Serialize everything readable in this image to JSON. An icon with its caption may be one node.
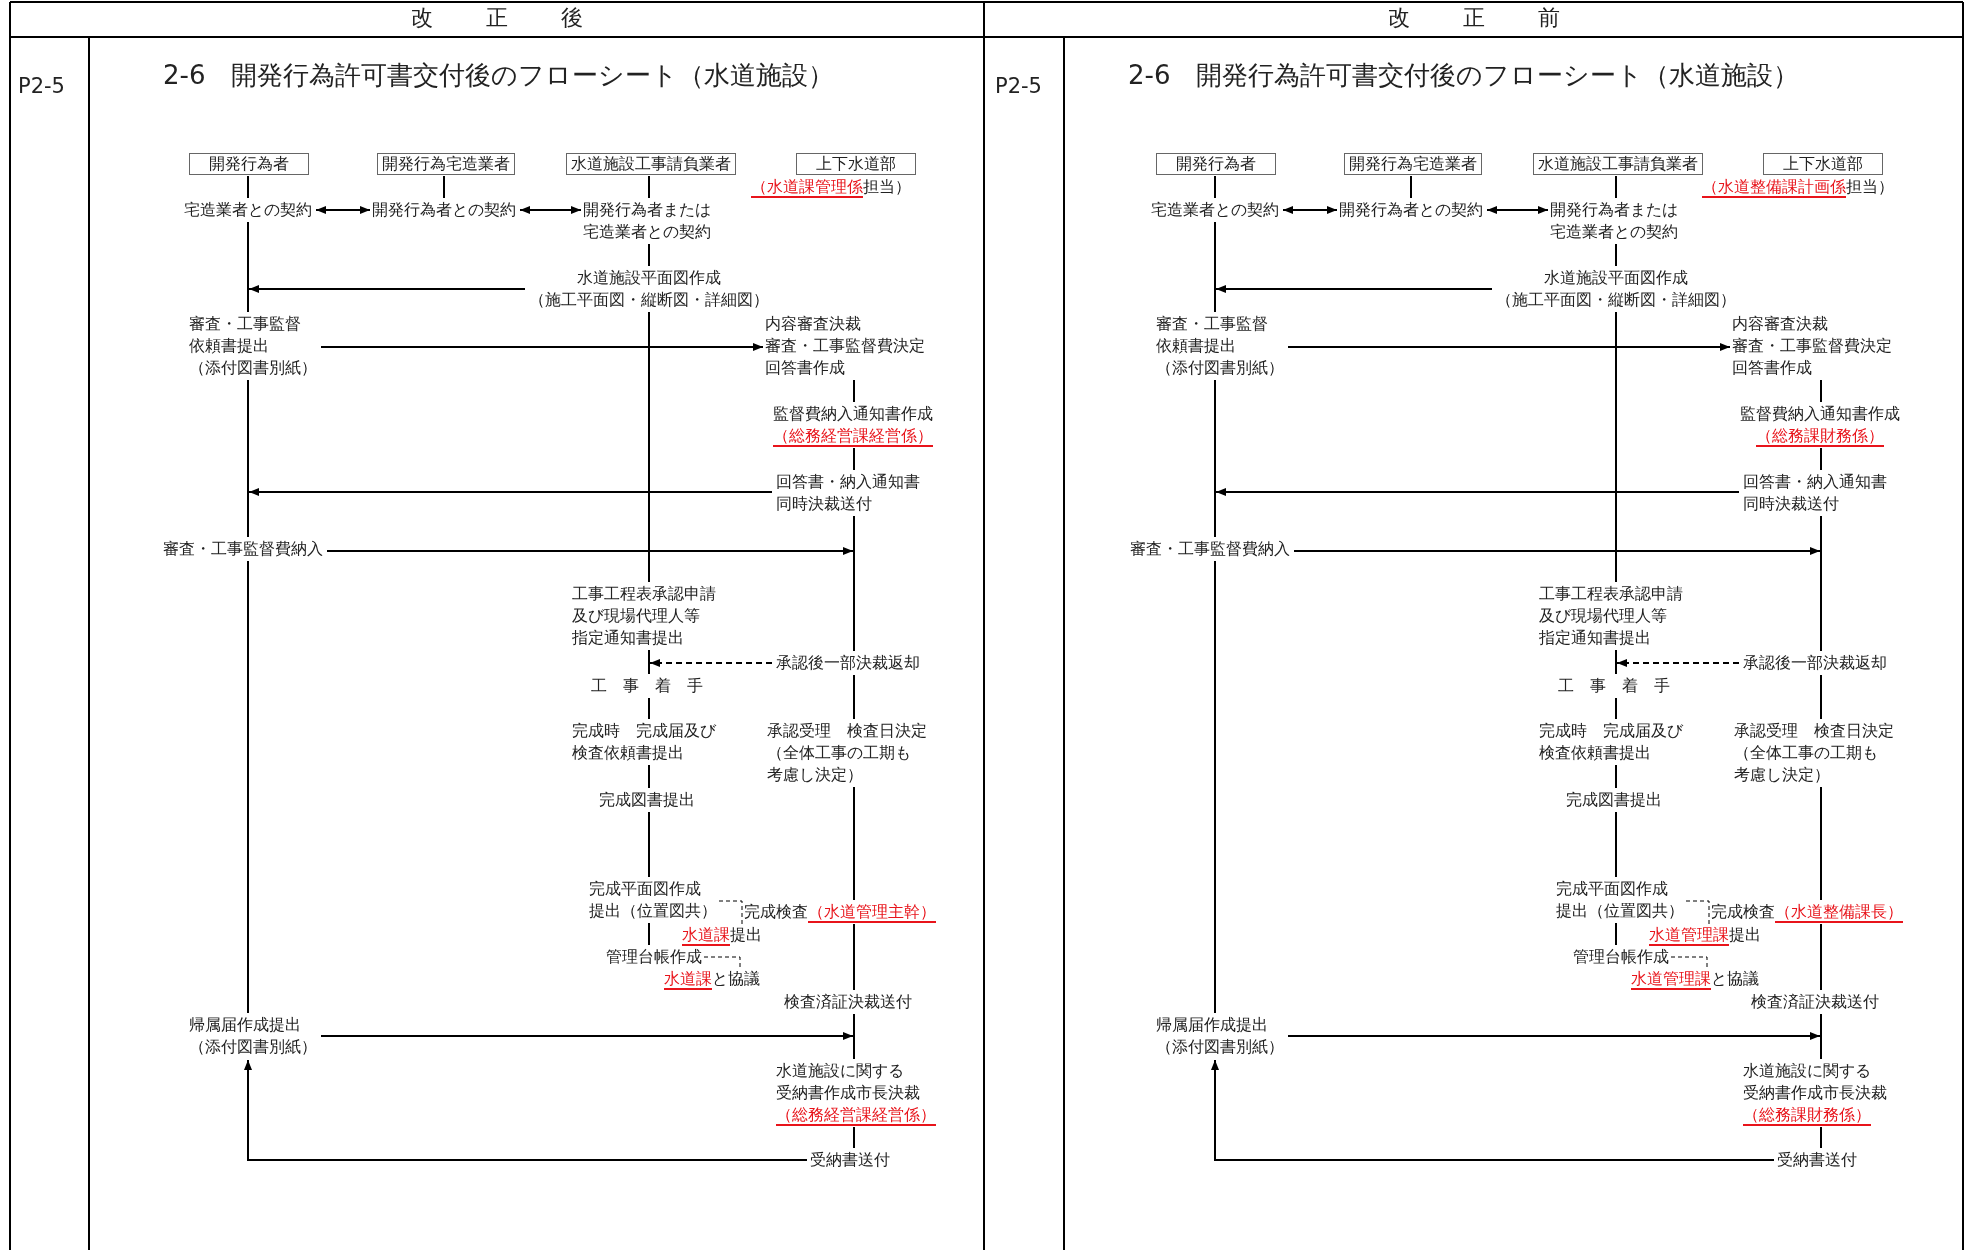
{
  "diagram": {
    "nodes": [
      {
        "text": [
          "開発行為者"
        ]
      },
      {
        "text": [
          "開発行為宅造業者"
        ]
      },
      {
        "text": [
          "水道施設工事請負業者"
        ]
      },
      {
        "text": [
          "上下水道部"
        ]
      },
      {
        "text": [
          "（水道課管理係",
          "担当）"
        ]
      },
      {
        "text": [
          "宅造業者との契約"
        ]
      },
      {
        "text": [
          "開発行為者との契約"
        ]
      },
      {
        "text": [
          "開発行為者または宅造業者との契約"
        ]
      },
      {
        "text": [
          "水道施設平面図作成（施工平面図・縦断図・詳細図）"
        ]
      },
      {
        "text": [
          "審査・工事監督依頼書提出（添付図書別紙）"
        ]
      },
      {
        "text": [
          "内容審査決裁審査・工事監督費決定回答書作成"
        ]
      },
      {
        "text": [
          "監督費納入通知書作成",
          "（総務経営課経営係）"
        ]
      },
      {
        "text": [
          "回答書・納入通知書同時決裁送付"
        ]
      },
      {
        "text": [
          "審査・工事監督費納入"
        ]
      },
      {
        "text": [
          "工事工程表承認申請及び現場代理人等指定通知書提出"
        ]
      },
      {
        "text": [
          "承認後一部決裁返却"
        ]
      },
      {
        "text": [
          "工　事　着　手"
        ]
      },
      {
        "text": [
          "完成時　完成届及び検査依頼書提出"
        ]
      },
      {
        "text": [
          "承認受理　検査日決定（全体工事の工期も考慮し決定）"
        ]
      },
      {
        "text": [
          "完成図書提出"
        ]
      },
      {
        "text": [
          "完成平面図作成提出（位置図共）"
        ]
      },
      {
        "text": [
          "完成検査",
          "（水道管理主幹）"
        ]
      },
      {
        "text": [
          "水道課",
          "提出"
        ]
      },
      {
        "text": [
          "管理台帳作成"
        ]
      },
      {
        "text": [
          "水道課",
          "と協議"
        ]
      },
      {
        "text": [
          "検査済証決裁送付"
        ]
      },
      {
        "text": [
          "帰属届作成提出（添付図書別紙）"
        ]
      },
      {
        "text": [
          "水道施設に関する受納書作成市長決裁",
          "（総務経営課経営係）"
        ]
      },
      {
        "text": [
          "受納書送付"
        ]
      },
      {
        "text": [
          "開発行為者"
        ]
      },
      {
        "text": [
          "開発行為宅造業者"
        ]
      },
      {
        "text": [
          "水道施設工事請負業者"
        ]
      },
      {
        "text": [
          "上下水道部"
        ]
      },
      {
        "text": [
          "（水道整備課計画係",
          "担当）"
        ]
      },
      {
        "text": [
          "宅造業者との契約"
        ]
      },
      {
        "text": [
          "開発行為者との契約"
        ]
      },
      {
        "text": [
          "開発行為者または宅造業者との契約"
        ]
      },
      {
        "text": [
          "水道施設平面図作成（施工平面図・縦断図・詳細図）"
        ]
      },
      {
        "text": [
          "審査・工事監督依頼書提出（添付図書別紙）"
        ]
      },
      {
        "text": [
          "内容審査決裁審査・工事監督費決定回答書作成"
        ]
      },
      {
        "text": [
          "監督費納入通知書作成",
          "（総務課財務係）"
        ]
      },
      {
        "text": [
          "回答書・納入通知書同時決裁送付"
        ]
      },
      {
        "text": [
          "審査・工事監督費納入"
        ]
      },
      {
        "text": [
          "工事工程表承認申請及び現場代理人等指定通知書提出"
        ]
      },
      {
        "text": [
          "承認後一部決裁返却"
        ]
      },
      {
        "text": [
          "工　事　着　手"
        ]
      },
      {
        "text": [
          "完成時　完成届及び検査依頼書提出"
        ]
      },
      {
        "text": [
          "承認受理　検査日決定（全体工事の工期も考慮し決定）"
        ]
      },
      {
        "text": [
          "完成図書提出"
        ]
      },
      {
        "text": [
          "完成平面図作成提出（位置図共）"
        ]
      },
      {
        "text": [
          "完成検査",
          "（水道整備課長）"
        ]
      },
      {
        "text": [
          "水道管理課",
          "提出"
        ]
      },
      {
        "text": [
          "管理台帳作成"
        ]
      },
      {
        "text": [
          "水道管理課",
          "と協議"
        ]
      },
      {
        "text": [
          "検査済証決裁送付"
        ]
      },
      {
        "text": [
          "帰属届作成提出（添付図書別紙）"
        ]
      },
      {
        "text": [
          "水道施設に関する受納書作成市長決裁",
          "（総務課財務係）"
        ]
      },
      {
        "text": [
          "受納書送付"
        ]
      }
    ],
    "edges": [
      {
        "from": 0,
        "to": 5,
        "arrow": "none"
      },
      {
        "from": 5,
        "to": 9,
        "arrow": "none"
      },
      {
        "from": 9,
        "to": 13,
        "arrow": "none"
      },
      {
        "from": 13,
        "to": 26,
        "arrow": "none"
      },
      {
        "from": 1,
        "to": 6,
        "arrow": "none"
      },
      {
        "from": 5,
        "to": 6,
        "arrow": "both"
      },
      {
        "from": 6,
        "to": 7,
        "arrow": "both"
      },
      {
        "from": 2,
        "to": 7,
        "arrow": "none"
      },
      {
        "from": 7,
        "to": 8,
        "arrow": "none"
      },
      {
        "from": 8,
        "to": 14,
        "arrow": "none"
      },
      {
        "from": 14,
        "to": 16,
        "arrow": "none"
      },
      {
        "from": 16,
        "to": 17,
        "arrow": "none"
      },
      {
        "from": 17,
        "to": 19,
        "arrow": "none"
      },
      {
        "from": 19,
        "to": 20,
        "arrow": "none"
      },
      {
        "from": 20,
        "to": 23,
        "arrow": "none"
      },
      {
        "from": 10,
        "to": 11,
        "arrow": "none"
      },
      {
        "from": 11,
        "to": 12,
        "arrow": "none"
      },
      {
        "from": 12,
        "to": 15,
        "arrow": "none"
      },
      {
        "from": 18,
        "to": 21,
        "arrow": "none"
      },
      {
        "from": 21,
        "to": 25,
        "arrow": "none"
      },
      {
        "from": 25,
        "to": 27,
        "arrow": "none"
      },
      {
        "from": 27,
        "to": 28,
        "arrow": "none"
      },
      {
        "from": 8,
        "to": 9,
        "arrow": "to"
      },
      {
        "from": 9,
        "to": 10,
        "arrow": "to"
      },
      {
        "from": 12,
        "to": 13,
        "arrow": "to"
      },
      {
        "from": 13,
        "to": 12,
        "arrow": "to"
      },
      {
        "from": 15,
        "to": 16,
        "arrow": "to",
        "style": "dashed"
      },
      {
        "from": 26,
        "to": 25,
        "arrow": "to"
      },
      {
        "from": 28,
        "to": 26,
        "arrow": "to"
      },
      {
        "from": 20,
        "to": 22,
        "arrow": "none",
        "style": "dashed"
      },
      {
        "from": 23,
        "to": 24,
        "arrow": "none",
        "style": "dashed"
      },
      {
        "from": 15,
        "to": 18,
        "arrow": "none"
      },
      {
        "from": 29,
        "to": 34,
        "arrow": "none"
      },
      {
        "from": 34,
        "to": 38,
        "arrow": "none"
      },
      {
        "from": 38,
        "to": 42,
        "arrow": "none"
      },
      {
        "from": 42,
        "to": 55,
        "arrow": "none"
      },
      {
        "from": 30,
        "to": 35,
        "arrow": "none"
      },
      {
        "from": 34,
        "to": 35,
        "arrow": "both"
      },
      {
        "from": 35,
        "to": 36,
        "arrow": "both"
      },
      {
        "from": 31,
        "to": 36,
        "arrow": "none"
      },
      {
        "from": 36,
        "to": 37,
        "arrow": "none"
      },
      {
        "from": 37,
        "to": 43,
        "arrow": "none"
      },
      {
        "from": 43,
        "to": 45,
        "arrow": "none"
      },
      {
        "from": 45,
        "to": 46,
        "arrow": "none"
      },
      {
        "from": 46,
        "to": 48,
        "arrow": "none"
      },
      {
        "from": 48,
        "to": 49,
        "arrow": "none"
      },
      {
        "from": 49,
        "to": 52,
        "arrow": "none"
      },
      {
        "from": 39,
        "to": 40,
        "arrow": "none"
      },
      {
        "from": 40,
        "to": 41,
        "arrow": "none"
      },
      {
        "from": 41,
        "to": 44,
        "arrow": "none"
      },
      {
        "from": 47,
        "to": 50,
        "arrow": "none"
      },
      {
        "from": 50,
        "to": 54,
        "arrow": "none"
      },
      {
        "from": 54,
        "to": 56,
        "arrow": "none"
      },
      {
        "from": 56,
        "to": 57,
        "arrow": "none"
      },
      {
        "from": 37,
        "to": 38,
        "arrow": "to"
      },
      {
        "from": 38,
        "to": 39,
        "arrow": "to"
      },
      {
        "from": 41,
        "to": 42,
        "arrow": "to"
      },
      {
        "from": 42,
        "to": 41,
        "arrow": "to"
      },
      {
        "from": 44,
        "to": 45,
        "arrow": "to",
        "style": "dashed"
      },
      {
        "from": 55,
        "to": 54,
        "arrow": "to"
      },
      {
        "from": 57,
        "to": 55,
        "arrow": "to"
      },
      {
        "from": 49,
        "to": 51,
        "arrow": "none",
        "style": "dashed"
      },
      {
        "from": 52,
        "to": 53,
        "arrow": "none",
        "style": "dashed"
      },
      {
        "from": 44,
        "to": 47,
        "arrow": "none"
      }
    ],
    "labels": [
      "改正後",
      "改正前",
      "P2-5",
      "2-6　開発行為許可書交付後のフローシート（水道施設）",
      "P2-5",
      "2-6　開発行為許可書交付後のフローシート（水道施設）"
    ]
  }
}
